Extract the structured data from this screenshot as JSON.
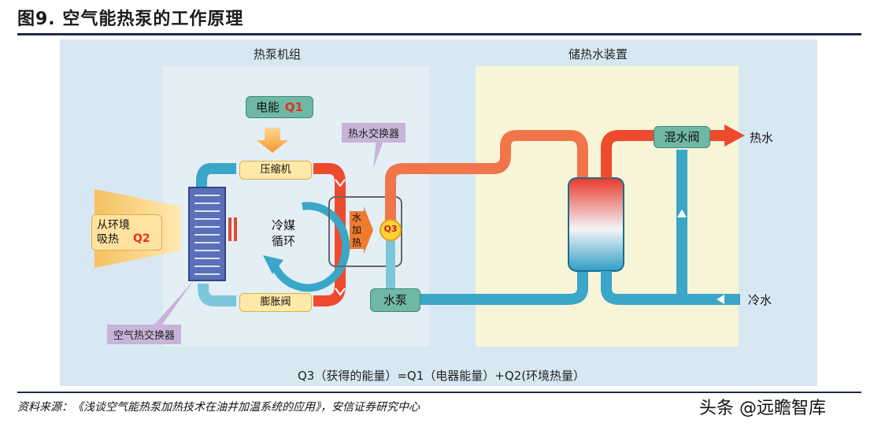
{
  "figure": {
    "title": "图9. 空气能热泵的工作原理"
  },
  "sections": {
    "heat_pump_unit": "热泵机组",
    "storage_unit": "储热水装置"
  },
  "components": {
    "electric_label": "电能",
    "q1": "Q1",
    "compressor": "压缩机",
    "expansion_valve": "膨胀阀",
    "refrigerant_cycle": "冷媒\n循环",
    "water_heating": "水\n加\n热",
    "q3": "Q3",
    "water_heat_exchanger": "热水交换器",
    "air_heat_exchanger": "空气热交换器",
    "ambient_heat": "从环境\n吸热",
    "q2": "Q2",
    "water_pump": "水泵",
    "mixing_valve": "混水阀",
    "hot_water": "热水",
    "cold_water": "冷水"
  },
  "formula": "Q3（获得的能量）=Q1（电器能量）+Q2(环境热量）",
  "footer": {
    "source": "资料来源：《浅谈空气能热泵加热技术在油井加温系统的应用》，安信证券研究中心",
    "watermark": "头条 @远瞻智库"
  },
  "colors": {
    "hot_pipe": "#ee4a2e",
    "cold_pipe": "#3aa6c8",
    "accent_q": "#e53020",
    "tag_purple": "#c8b4d8",
    "panel_bg": "#d8e8f2"
  }
}
